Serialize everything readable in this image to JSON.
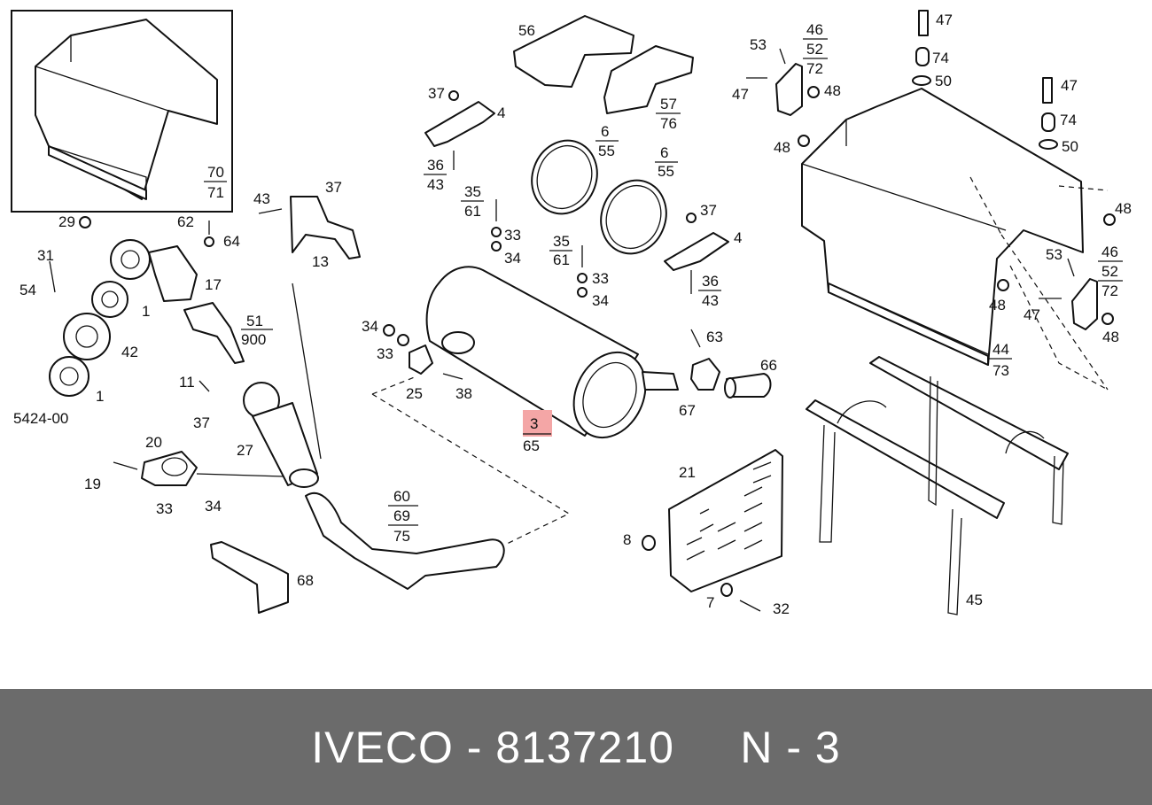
{
  "diagram": {
    "labels": {
      "l70": "70",
      "l71": "71",
      "l29": "29",
      "l62": "62",
      "l64": "64",
      "l17": "17",
      "l31": "31",
      "l54": "54",
      "l1a": "1",
      "l42": "42",
      "l1b": "1",
      "l5424": "5424-00",
      "l51": "51",
      "l900": "900",
      "l43": "43",
      "l37a": "37",
      "l13": "13",
      "l11": "11",
      "l37b": "37",
      "l27": "27",
      "l20": "20",
      "l19": "19",
      "l33a": "33",
      "l34a": "34",
      "l68": "68",
      "l60": "60",
      "l69": "69",
      "l75": "75",
      "l37c": "37",
      "l4a": "4",
      "l36a": "36",
      "l43a": "43",
      "l35a": "35",
      "l61a": "61",
      "l33b": "33",
      "l34b": "34",
      "l34c": "34",
      "l33c": "33",
      "l25": "25",
      "l38": "38",
      "l3": "3",
      "l65": "65",
      "l56": "56",
      "l57": "57",
      "l76": "76",
      "l6a": "6",
      "l55a": "55",
      "l6b": "6",
      "l55b": "55",
      "l37d": "37",
      "l4b": "4",
      "l35b": "35",
      "l61b": "61",
      "l33d": "33",
      "l34d": "34",
      "l36b": "36",
      "l43b": "43",
      "l63": "63",
      "l66": "66",
      "l67": "67",
      "l53a": "53",
      "l47a": "47",
      "l46a": "46",
      "l52a": "52",
      "l72a": "72",
      "l48a": "48",
      "l48b": "48",
      "l47b": "47",
      "l74a": "74",
      "l50a": "50",
      "l47c": "47",
      "l74b": "74",
      "l50b": "50",
      "l48c": "48",
      "l53b": "53",
      "l46b": "46",
      "l52b": "52",
      "l72b": "72",
      "l47d": "47",
      "l48d": "48",
      "l48e": "48",
      "l44": "44",
      "l73": "73",
      "l21": "21",
      "l8": "8",
      "l7": "7",
      "l32": "32",
      "l45": "45"
    },
    "highlight_color": "#f4a6a6"
  },
  "footer": {
    "text": "IVECO - 8137210     N - 3",
    "background": "#6b6b6b"
  }
}
